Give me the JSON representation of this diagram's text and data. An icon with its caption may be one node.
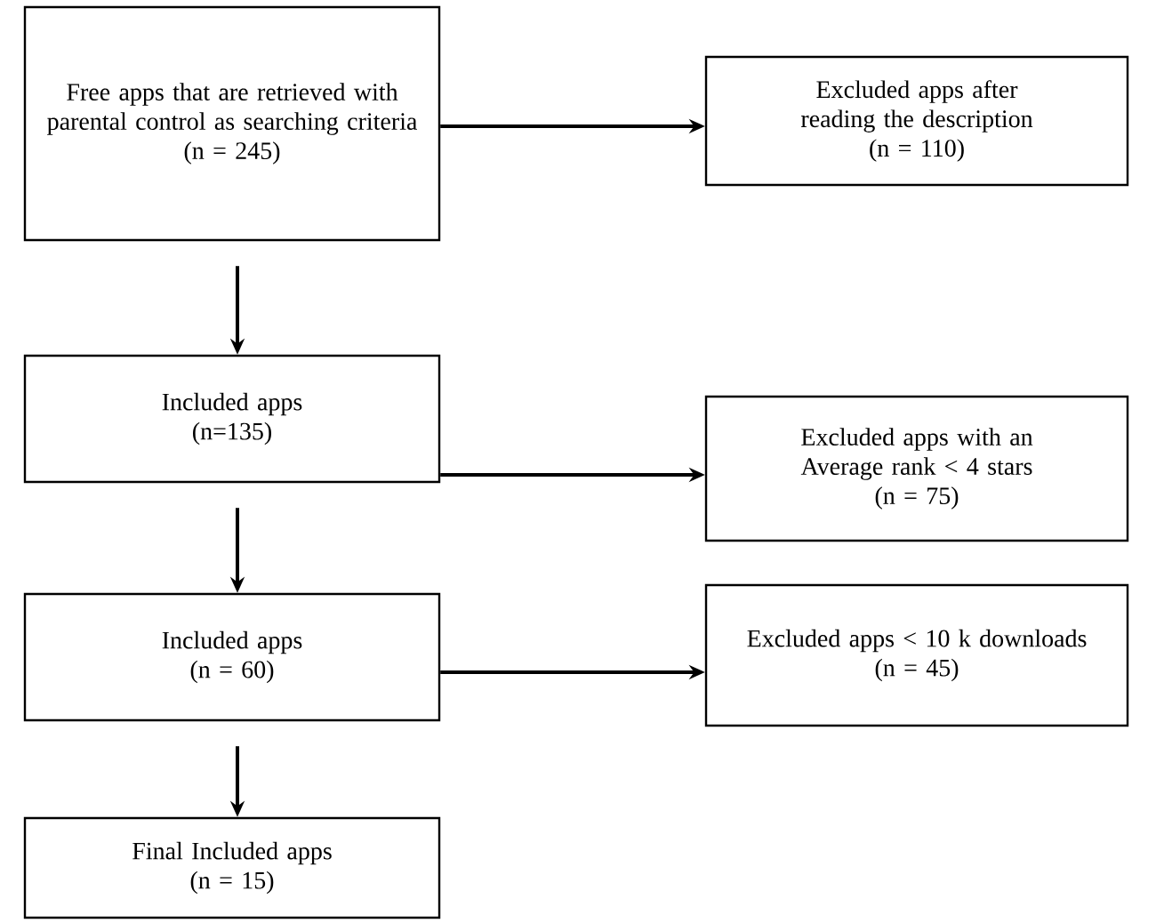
{
  "diagram": {
    "nodes": [
      {
        "text": [
          "Free apps that are retrieved with parental control as searching criteria",
          "(n = 245)"
        ]
      },
      {
        "text": [
          "Excluded apps after reading the description",
          "(n = 110)"
        ]
      },
      {
        "text": [
          "Included apps",
          "(n=135)"
        ]
      },
      {
        "text": [
          "Excluded apps with an Average rank < 4 stars",
          "(n = 75)"
        ]
      },
      {
        "text": [
          "Included apps",
          "(n = 60)"
        ]
      },
      {
        "text": [
          "Excluded apps < 10 k downloads",
          "(n = 45)"
        ]
      },
      {
        "text": [
          "Final Included apps",
          "(n = 15)"
        ]
      }
    ],
    "edges": [
      {
        "from": 0,
        "to": 1,
        "arrow": "to"
      },
      {
        "from": 0,
        "to": 2,
        "arrow": "to"
      },
      {
        "from": 2,
        "to": 3,
        "arrow": "to"
      },
      {
        "from": 2,
        "to": 4,
        "arrow": "to"
      },
      {
        "from": 4,
        "to": 5,
        "arrow": "to"
      },
      {
        "from": 4,
        "to": 6,
        "arrow": "to"
      }
    ]
  }
}
